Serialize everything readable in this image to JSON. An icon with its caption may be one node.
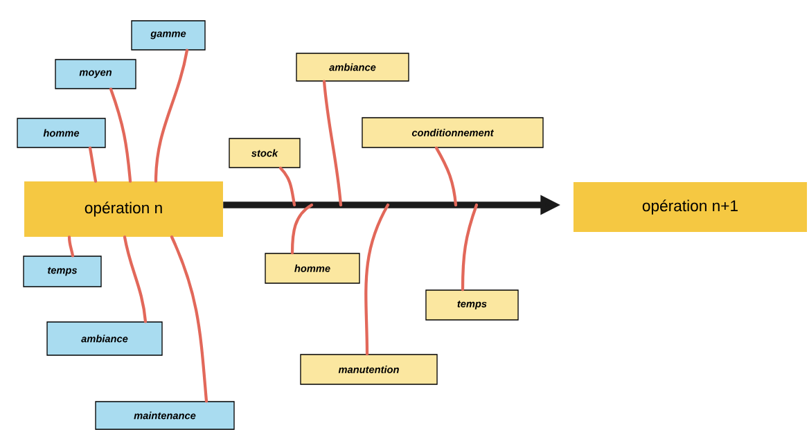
{
  "diagram": {
    "nodes": [
      {
        "text": [
          "gamme"
        ]
      },
      {
        "text": [
          "moyen"
        ]
      },
      {
        "text": [
          "homme"
        ]
      },
      {
        "text": [
          "opération n"
        ]
      },
      {
        "text": [
          "temps"
        ]
      },
      {
        "text": [
          "ambiance"
        ]
      },
      {
        "text": [
          "maintenance"
        ]
      },
      {
        "text": [
          "ambiance"
        ]
      },
      {
        "text": [
          "conditionnement"
        ]
      },
      {
        "text": [
          "stock"
        ]
      },
      {
        "text": [
          "homme"
        ]
      },
      {
        "text": [
          "temps"
        ]
      },
      {
        "text": [
          "manutention"
        ]
      },
      {
        "text": [
          "opération n+1"
        ]
      }
    ],
    "edges": [
      {
        "from": 3,
        "to": 13,
        "arrow": "to",
        "style": "thick",
        "color": "#1a1a1a"
      },
      {
        "from": 0,
        "to": 3,
        "arrow": "none"
      },
      {
        "from": 1,
        "to": 3,
        "arrow": "none"
      },
      {
        "from": 2,
        "to": 3,
        "arrow": "none"
      },
      {
        "from": 4,
        "to": 3,
        "arrow": "none"
      },
      {
        "from": 5,
        "to": 3,
        "arrow": "none"
      },
      {
        "from": 6,
        "to": 3,
        "arrow": "none"
      },
      {
        "from": 7,
        "to": null,
        "arrow": "none"
      },
      {
        "from": 8,
        "to": null,
        "arrow": "none"
      },
      {
        "from": 9,
        "to": null,
        "arrow": "none"
      },
      {
        "from": 10,
        "to": null,
        "arrow": "none"
      },
      {
        "from": 11,
        "to": null,
        "arrow": "none"
      },
      {
        "from": 12,
        "to": null,
        "arrow": "none"
      }
    ]
  }
}
